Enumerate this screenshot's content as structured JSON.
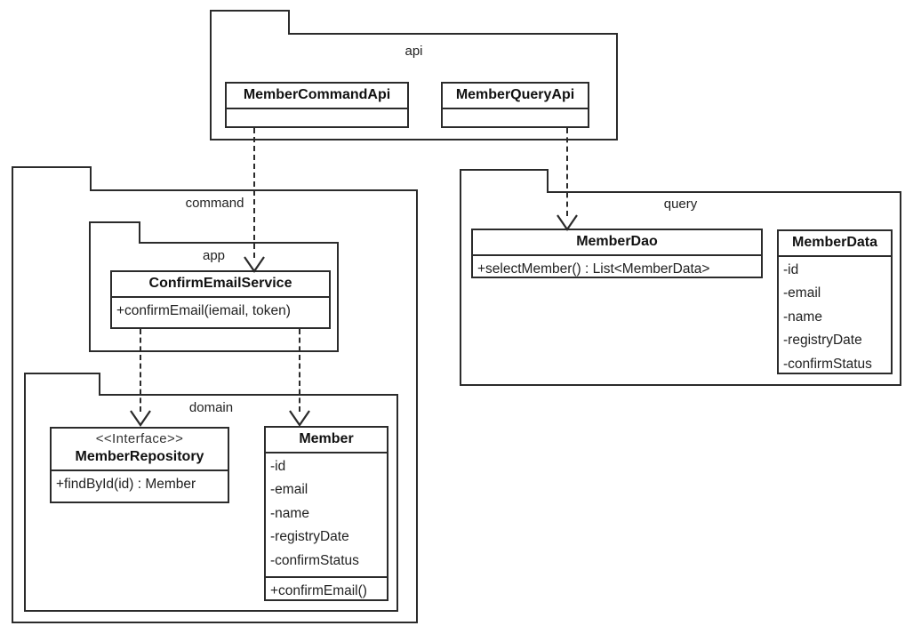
{
  "diagram": {
    "title": "Member domain package diagram",
    "type": "uml-package-class-diagram",
    "stroke_color": "#2b2b2b",
    "background_color": "#ffffff"
  },
  "packages": {
    "api": {
      "label": "api"
    },
    "command": {
      "label": "command"
    },
    "app": {
      "label": "app"
    },
    "domain": {
      "label": "domain"
    },
    "query": {
      "label": "query"
    }
  },
  "classes": {
    "member_command_api": {
      "name": "MemberCommandApi",
      "stereotype": "",
      "attributes": [],
      "operations": []
    },
    "member_query_api": {
      "name": "MemberQueryApi",
      "stereotype": "",
      "attributes": [],
      "operations": []
    },
    "confirm_email_service": {
      "name": "ConfirmEmailService",
      "stereotype": "",
      "attributes": [],
      "operations": [
        "+confirmEmail(iemail, token)"
      ]
    },
    "member_repository": {
      "name": "MemberRepository",
      "stereotype": "<<Interface>>",
      "attributes": [],
      "operations": [
        "+findById(id) : Member"
      ]
    },
    "member": {
      "name": "Member",
      "stereotype": "",
      "attributes": [
        "-id",
        "-email",
        "-name",
        "-registryDate",
        "-confirmStatus"
      ],
      "operations": [
        "+confirmEmail()"
      ]
    },
    "member_dao": {
      "name": "MemberDao",
      "stereotype": "",
      "attributes": [],
      "operations": [
        "+selectMember() : List<MemberData>"
      ]
    },
    "member_data": {
      "name": "MemberData",
      "stereotype": "",
      "attributes": [
        "-id",
        "-email",
        "-name",
        "-registryDate",
        "-confirmStatus"
      ],
      "operations": []
    }
  },
  "dependencies": [
    {
      "id": "cmdapi-to-service",
      "from": "MemberCommandApi",
      "to": "ConfirmEmailService",
      "style": "dashed-open-arrow"
    },
    {
      "id": "queryapi-to-dao",
      "from": "MemberQueryApi",
      "to": "MemberDao",
      "style": "dashed-open-arrow"
    },
    {
      "id": "service-to-repository",
      "from": "ConfirmEmailService",
      "to": "MemberRepository",
      "style": "dashed-open-arrow"
    },
    {
      "id": "service-to-member",
      "from": "ConfirmEmailService",
      "to": "Member",
      "style": "dashed-open-arrow"
    }
  ]
}
